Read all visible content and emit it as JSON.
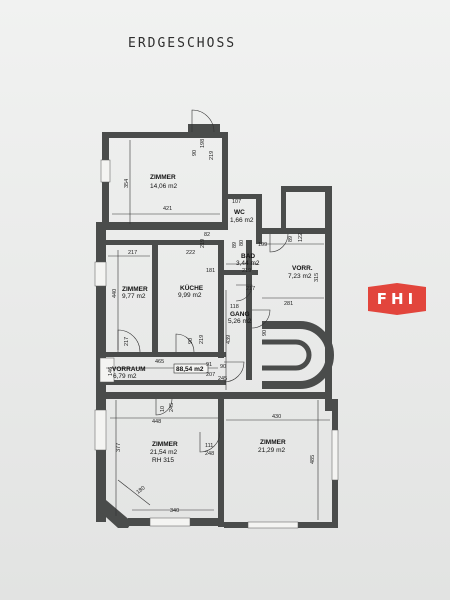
{
  "heading": "ERDGESCHOSS",
  "logo": {
    "text": "FHI",
    "color": "#e2453c"
  },
  "colors": {
    "wall": "#4a4c4b",
    "paper": "#eceded",
    "ink": "#111111"
  },
  "rooms": [
    {
      "id": "zimmer-top",
      "name": "ZIMMER",
      "area": "14,06 m2"
    },
    {
      "id": "wc",
      "name": "WC",
      "area": "1,66 m2"
    },
    {
      "id": "bad",
      "name": "BAD",
      "area": "3,44 m2"
    },
    {
      "id": "vorr",
      "name": "VORR.",
      "area": "7,23 m2"
    },
    {
      "id": "zimmer-small",
      "name": "ZIMMER",
      "area": "9,77 m2"
    },
    {
      "id": "kueche",
      "name": "KÜCHE",
      "area": "9,99 m2"
    },
    {
      "id": "gang",
      "name": "GANG",
      "area": "5,26 m2"
    },
    {
      "id": "vorraum",
      "name": "VORRAUM",
      "area": "6,79 m2"
    },
    {
      "id": "total",
      "name": "",
      "area": "88,54 m2"
    },
    {
      "id": "zimmer-left",
      "name": "ZIMMER",
      "area": "21,54 m2",
      "note": "RH 315"
    },
    {
      "id": "zimmer-right",
      "name": "ZIMMER",
      "area": "21,29 m2"
    }
  ],
  "dimensions": [
    "198",
    "90",
    "219",
    "354",
    "421",
    "107",
    "82",
    "217",
    "222",
    "219",
    "181",
    "89",
    "109",
    "80",
    "89",
    "122",
    "219",
    "315",
    "440",
    "217",
    "217",
    "90",
    "219",
    "118",
    "281",
    "439",
    "90",
    "465",
    "146",
    "91",
    "207",
    "90",
    "245",
    "10",
    "245",
    "448",
    "430",
    "377",
    "111",
    "248",
    "485",
    "180",
    "340"
  ]
}
